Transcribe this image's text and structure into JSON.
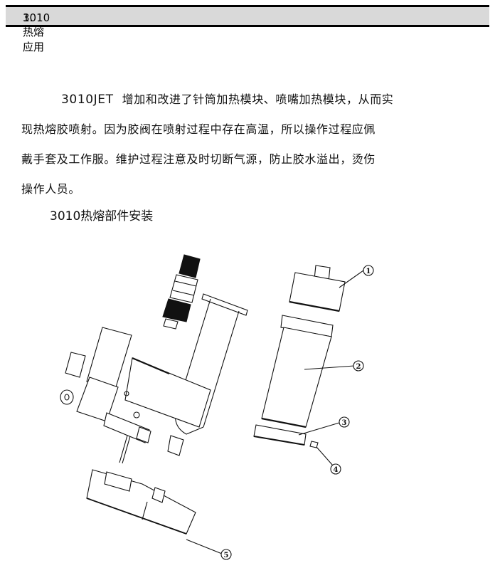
{
  "section": {
    "number": "1.",
    "title": "3010热熔应用"
  },
  "intro": {
    "lead": "3010JET",
    "lines": [
      "增加和改进了针筒加热模块、喷嘴加热模块，从而实",
      "现热熔胶喷射。因为胶阀在喷射过程中存在高温，所以操作过程应佩",
      "戴手套及工作服。维护过程注意及时切断气源，防止胶水溢出，烫伤",
      "操作人员。"
    ]
  },
  "subheading": "3010热熔部件安装",
  "figure": {
    "description": "Exploded assembly drawing of 3010 hot-melt components",
    "callouts": [
      {
        "id": "1",
        "label": "①"
      },
      {
        "id": "2",
        "label": "②"
      },
      {
        "id": "3",
        "label": "③"
      },
      {
        "id": "4",
        "label": "④"
      },
      {
        "id": "5",
        "label": "⑤"
      }
    ]
  }
}
